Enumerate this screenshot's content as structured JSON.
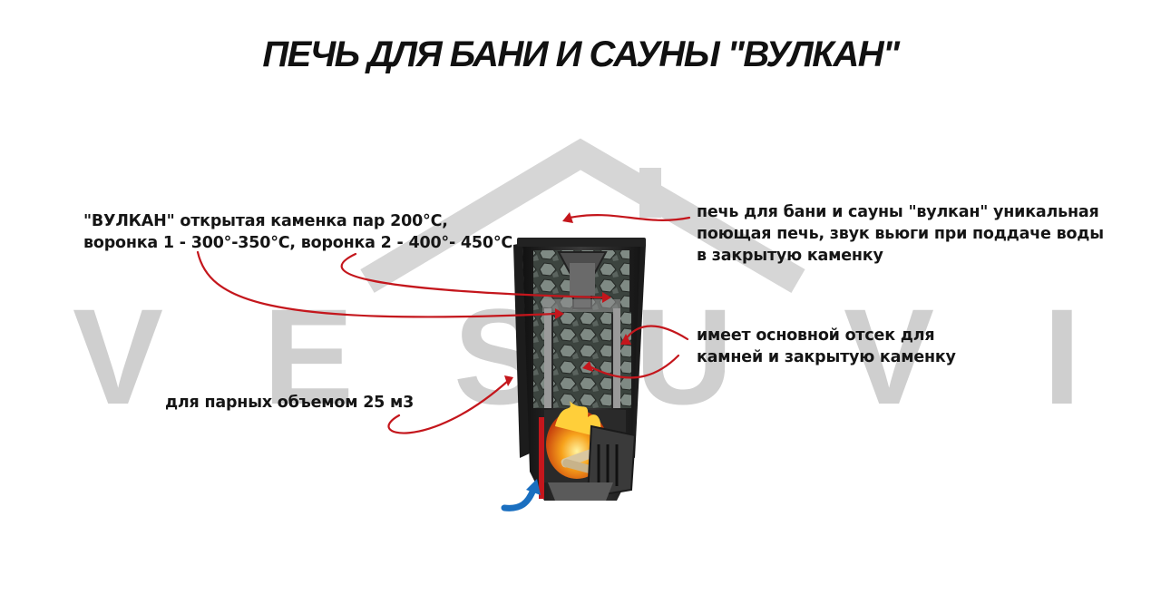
{
  "title": "ПЕЧЬ ДЛЯ БАНИ И САУНЫ \"ВУЛКАН\"",
  "watermark": {
    "letters": [
      "V",
      "E",
      "S",
      "U",
      "V",
      "I"
    ],
    "color": "#cfcfcf"
  },
  "callouts": {
    "left_top": {
      "line1": "\"ВУЛКАН\" открытая каменка пар 200°С,",
      "line2": "воронка 1 - 300°-350°С, воронка 2 - 400°- 450°С"
    },
    "left_bottom": {
      "line1": "для парных объемом 25 м3"
    },
    "right_top": {
      "line1": "печь для бани и сауны \"вулкан\" уникальная",
      "line2": "поющая печь, звук вьюги при поддаче воды",
      "line3": "в закрытую каменку"
    },
    "right_middle": {
      "line1": "имеет основной отсек для",
      "line2": "камней и закрытую каменку"
    }
  },
  "colors": {
    "arrow": "#c4161c",
    "stove_body": "#2a2a2a",
    "fire": "#f08a1c",
    "inlet_arrow": "#1a6fc0"
  }
}
